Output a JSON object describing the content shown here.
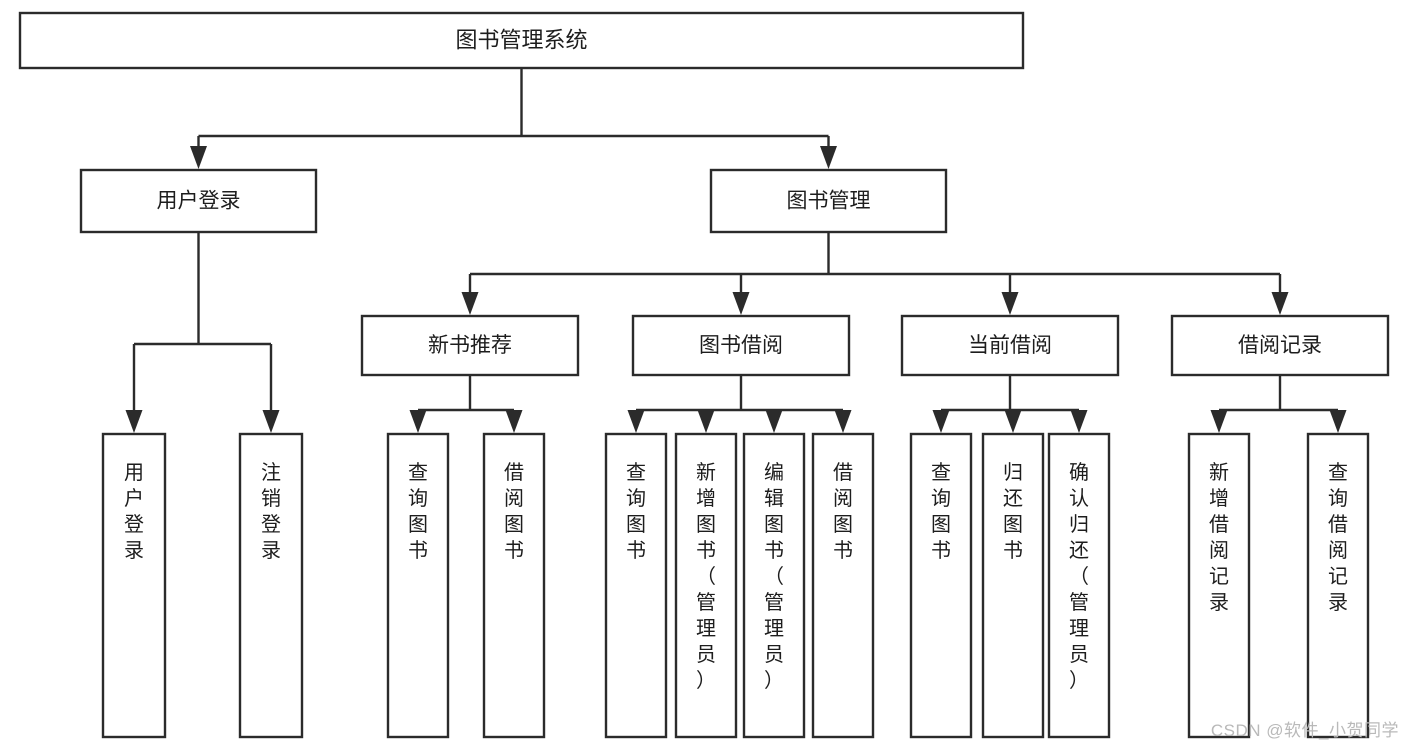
{
  "diagram": {
    "type": "tree",
    "title": "图书管理系统",
    "watermark": "CSDN @软件_小贺同学",
    "colors": {
      "stroke": "#2b2b2b",
      "fill": "#ffffff",
      "text": "#1d1d1d",
      "watermark": "#b9b9b9"
    },
    "levels": {
      "root": {
        "label": "图书管理系统"
      },
      "level2": [
        {
          "label": "用户登录"
        },
        {
          "label": "图书管理"
        }
      ],
      "level3": [
        {
          "label": "新书推荐"
        },
        {
          "label": "图书借阅"
        },
        {
          "label": "当前借阅"
        },
        {
          "label": "借阅记录"
        }
      ]
    },
    "nodes": {
      "root": {
        "label": "图书管理系统",
        "orient": "h"
      },
      "n_user": {
        "label": "用户登录",
        "orient": "h"
      },
      "n_bookmgmt": {
        "label": "图书管理",
        "orient": "h"
      },
      "n_newbook": {
        "label": "新书推荐",
        "orient": "h"
      },
      "n_borrow": {
        "label": "图书借阅",
        "orient": "h"
      },
      "n_current": {
        "label": "当前借阅",
        "orient": "h"
      },
      "n_record": {
        "label": "借阅记录",
        "orient": "h"
      },
      "l_userlogin": {
        "label": "用户登录",
        "orient": "v"
      },
      "l_userlogout": {
        "label": "注销登录",
        "orient": "v"
      },
      "l_nb_query": {
        "label": "查询图书",
        "orient": "v"
      },
      "l_nb_borrow": {
        "label": "借阅图书",
        "orient": "v"
      },
      "l_bo_query": {
        "label": "查询图书",
        "orient": "v"
      },
      "l_bo_add": {
        "label": "新增图书（管理员）",
        "orient": "v"
      },
      "l_bo_edit": {
        "label": "编辑图书（管理员）",
        "orient": "v"
      },
      "l_bo_borrow": {
        "label": "借阅图书",
        "orient": "v"
      },
      "l_cu_query": {
        "label": "查询图书",
        "orient": "v"
      },
      "l_cu_return": {
        "label": "归还图书",
        "orient": "v"
      },
      "l_cu_confirm": {
        "label": "确认归还（管理员）",
        "orient": "v"
      },
      "l_rc_add": {
        "label": "新增借阅记录",
        "orient": "v"
      },
      "l_rc_query": {
        "label": "查询借阅记录",
        "orient": "v"
      }
    },
    "edges": [
      {
        "from": "root",
        "to": "n_user"
      },
      {
        "from": "root",
        "to": "n_bookmgmt"
      },
      {
        "from": "n_user",
        "to": "l_userlogin"
      },
      {
        "from": "n_user",
        "to": "l_userlogout"
      },
      {
        "from": "n_bookmgmt",
        "to": "n_newbook"
      },
      {
        "from": "n_bookmgmt",
        "to": "n_borrow"
      },
      {
        "from": "n_bookmgmt",
        "to": "n_current"
      },
      {
        "from": "n_bookmgmt",
        "to": "n_record"
      },
      {
        "from": "n_newbook",
        "to": "l_nb_query"
      },
      {
        "from": "n_newbook",
        "to": "l_nb_borrow"
      },
      {
        "from": "n_borrow",
        "to": "l_bo_query"
      },
      {
        "from": "n_borrow",
        "to": "l_bo_add"
      },
      {
        "from": "n_borrow",
        "to": "l_bo_edit"
      },
      {
        "from": "n_borrow",
        "to": "l_bo_borrow"
      },
      {
        "from": "n_current",
        "to": "l_cu_query"
      },
      {
        "from": "n_current",
        "to": "l_cu_return"
      },
      {
        "from": "n_current",
        "to": "l_cu_confirm"
      },
      {
        "from": "n_record",
        "to": "l_rc_add"
      },
      {
        "from": "n_record",
        "to": "l_rc_query"
      }
    ]
  }
}
